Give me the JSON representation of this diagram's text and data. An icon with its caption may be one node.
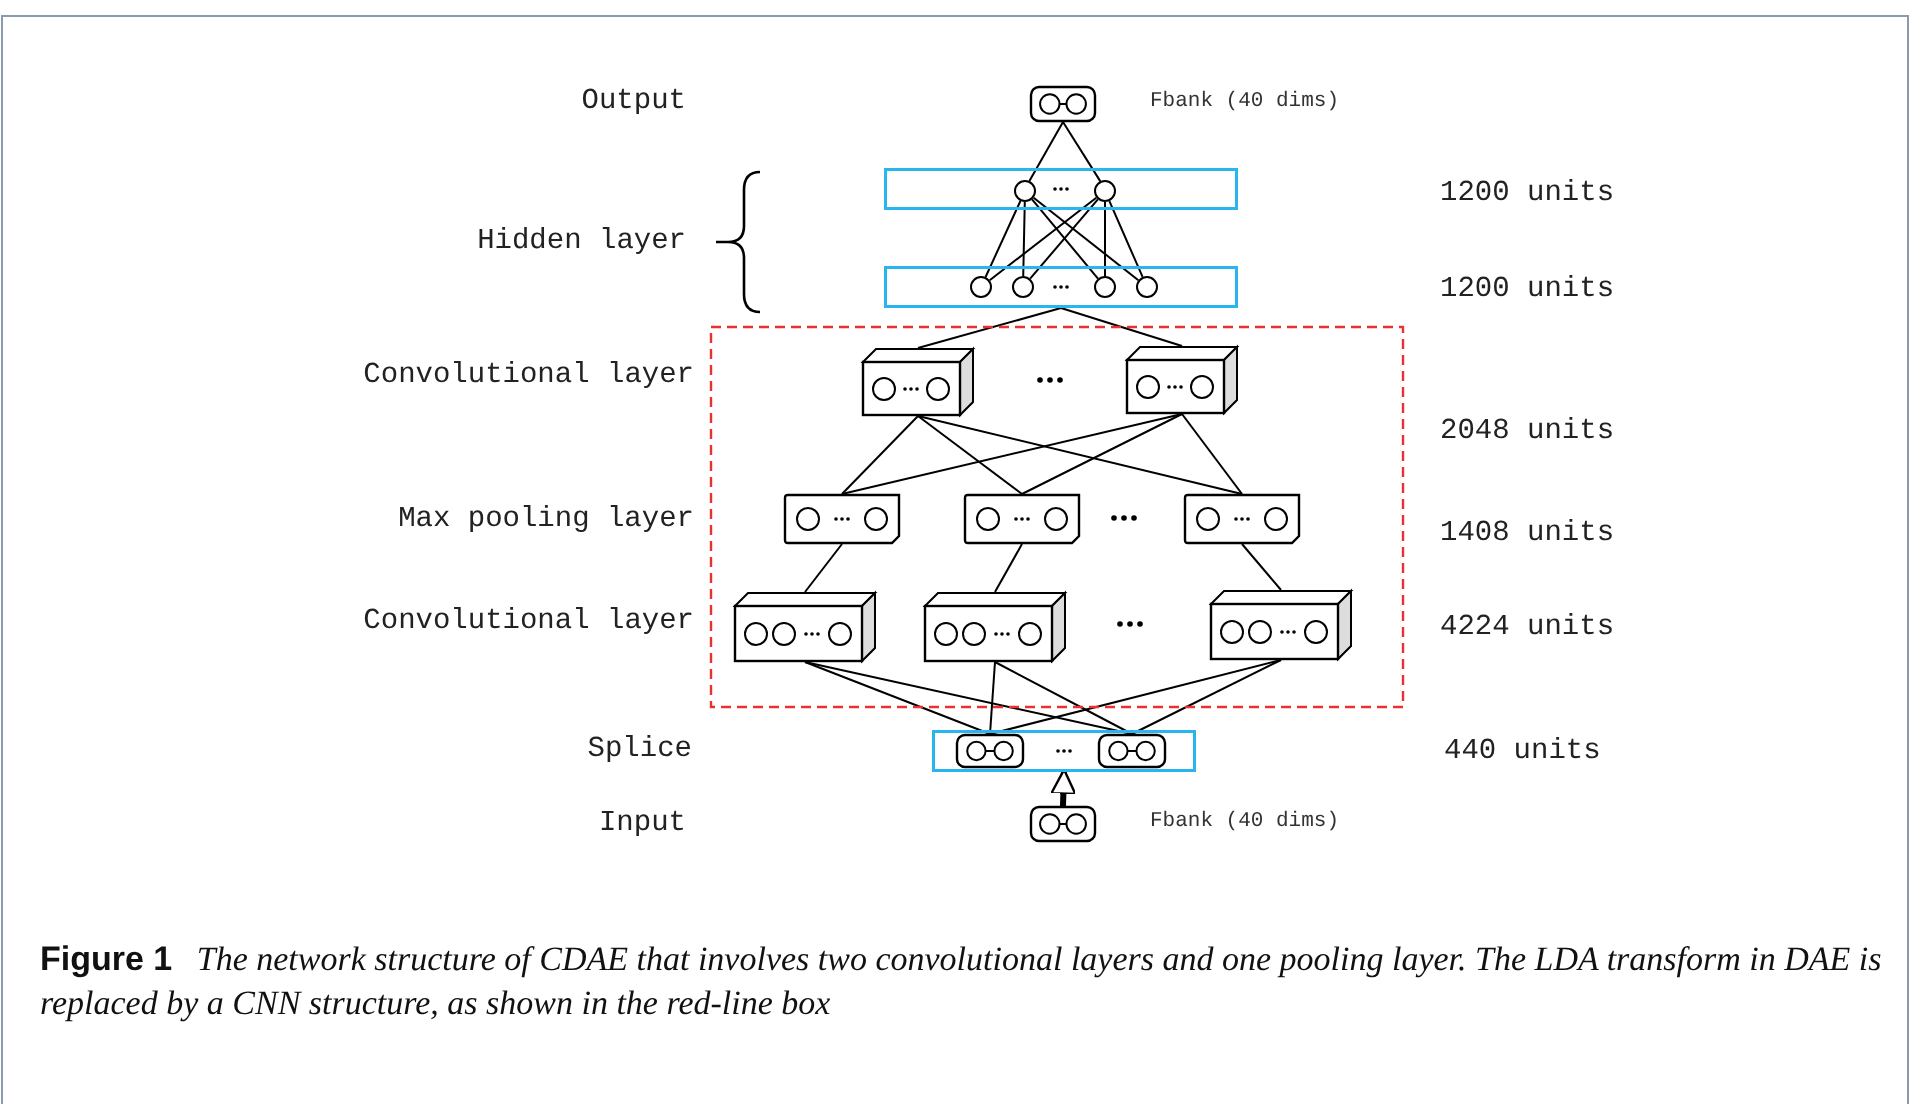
{
  "diagram": {
    "caption": "**Figure 1** *The network structure of CDAE that involves two convolutional layers and one pooling layer. The LDA transform in DAE is replaced by a CNN structure, as shown in the red-line box*",
    "nodes": [
      {
        "text": [],
        "shape": "box",
        "beside": [
          "Fbank (40 dims)"
        ]
      },
      {
        "text": [],
        "shape": "box"
      },
      {
        "text": [],
        "shape": "circle",
        "in": 1
      },
      {
        "text": [],
        "shape": "circle",
        "in": 1
      },
      {
        "text": [],
        "shape": "box"
      },
      {
        "text": [],
        "shape": "circle",
        "in": 4
      },
      {
        "text": [],
        "shape": "circle",
        "in": 4
      },
      {
        "text": [],
        "shape": "circle",
        "in": 4
      },
      {
        "text": [],
        "shape": "circle",
        "in": 4
      },
      {
        "text": [],
        "shape": "box"
      },
      {
        "text": [],
        "shape": "box",
        "in": 9
      },
      {
        "text": [],
        "shape": "box",
        "in": 9
      },
      {
        "text": [],
        "shape": "box",
        "in": 9
      },
      {
        "text": [],
        "shape": "box",
        "in": 9
      },
      {
        "text": [],
        "shape": "box",
        "in": 9
      },
      {
        "text": [],
        "shape": "box",
        "in": 9
      },
      {
        "text": [],
        "shape": "box",
        "in": 9
      },
      {
        "text": [],
        "shape": "box",
        "in": 9
      },
      {
        "text": [],
        "shape": "box"
      },
      {
        "text": [],
        "shape": "box",
        "in": 18
      },
      {
        "text": [],
        "shape": "box",
        "in": 18
      },
      {
        "text": [],
        "shape": "box",
        "beside": [
          "Fbank (40 dims)"
        ]
      }
    ],
    "edges": [
      {
        "from": 0,
        "to": 2,
        "arrow": "none"
      },
      {
        "from": 0,
        "to": 3,
        "arrow": "none"
      },
      {
        "from": 2,
        "to": 5,
        "arrow": "none"
      },
      {
        "from": 2,
        "to": 6,
        "arrow": "none"
      },
      {
        "from": 2,
        "to": 7,
        "arrow": "none"
      },
      {
        "from": 2,
        "to": 8,
        "arrow": "none"
      },
      {
        "from": 3,
        "to": 5,
        "arrow": "none"
      },
      {
        "from": 3,
        "to": 6,
        "arrow": "none"
      },
      {
        "from": 3,
        "to": 7,
        "arrow": "none"
      },
      {
        "from": 3,
        "to": 8,
        "arrow": "none"
      },
      {
        "from": 4,
        "to": 10,
        "arrow": "none"
      },
      {
        "from": 4,
        "to": 11,
        "arrow": "none"
      },
      {
        "from": 10,
        "to": 12,
        "arrow": "none"
      },
      {
        "from": 10,
        "to": 13,
        "arrow": "none"
      },
      {
        "from": 10,
        "to": 14,
        "arrow": "none"
      },
      {
        "from": 11,
        "to": 12,
        "arrow": "none"
      },
      {
        "from": 11,
        "to": 13,
        "arrow": "none"
      },
      {
        "from": 11,
        "to": 14,
        "arrow": "none"
      },
      {
        "from": 12,
        "to": 15,
        "arrow": "none"
      },
      {
        "from": 13,
        "to": 16,
        "arrow": "none"
      },
      {
        "from": 14,
        "to": 17,
        "arrow": "none"
      },
      {
        "from": 15,
        "to": 19,
        "arrow": "none"
      },
      {
        "from": 15,
        "to": 20,
        "arrow": "none"
      },
      {
        "from": 16,
        "to": 19,
        "arrow": "none"
      },
      {
        "from": 16,
        "to": 20,
        "arrow": "none"
      },
      {
        "from": 17,
        "to": 19,
        "arrow": "none"
      },
      {
        "from": 17,
        "to": 20,
        "arrow": "none"
      },
      {
        "from": 21,
        "to": 18,
        "arrow": "to",
        "style": "thick"
      }
    ],
    "labels": [
      "Output",
      "1200 units",
      "Hidden layer",
      "1200 units",
      "Convolutional layer",
      "2048 units",
      "Max pooling layer",
      "1408 units",
      "Convolutional layer",
      "4224 units",
      "Splice",
      "440 units",
      "Input"
    ]
  }
}
